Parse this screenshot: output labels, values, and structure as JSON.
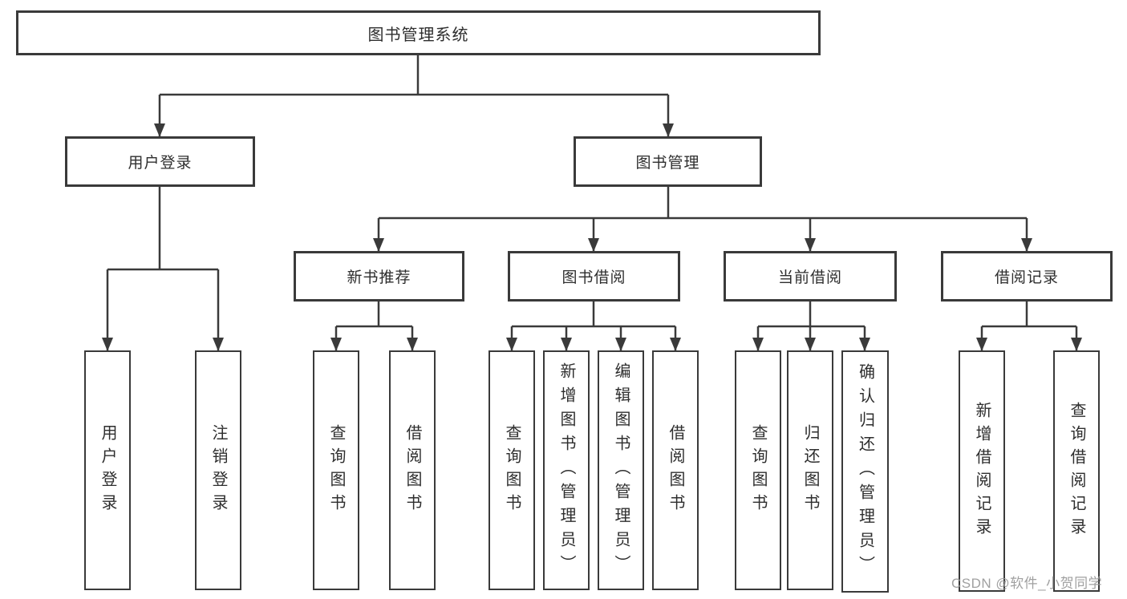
{
  "diagram": {
    "root": {
      "label": "图书管理系统"
    },
    "level2": [
      {
        "id": "user-login-group",
        "label": "用户登录"
      },
      {
        "id": "book-management-group",
        "label": "图书管理"
      }
    ],
    "level3": [
      {
        "id": "new-book-recommend",
        "label": "新书推荐"
      },
      {
        "id": "book-borrow",
        "label": "图书借阅"
      },
      {
        "id": "current-borrow",
        "label": "当前借阅"
      },
      {
        "id": "borrow-records",
        "label": "借阅记录"
      }
    ],
    "leaves": [
      {
        "parent": "用户登录",
        "label": "用户登录"
      },
      {
        "parent": "用户登录",
        "label": "注销登录"
      },
      {
        "parent": "新书推荐",
        "label": "查询图书"
      },
      {
        "parent": "新书推荐",
        "label": "借阅图书"
      },
      {
        "parent": "图书借阅",
        "label": "查询图书"
      },
      {
        "parent": "图书借阅",
        "label": "新增图书（管理员）"
      },
      {
        "parent": "图书借阅",
        "label": "编辑图书（管理员）"
      },
      {
        "parent": "图书借阅",
        "label": "借阅图书"
      },
      {
        "parent": "当前借阅",
        "label": "查询图书"
      },
      {
        "parent": "当前借阅",
        "label": "归还图书"
      },
      {
        "parent": "当前借阅",
        "label": "确认归还（管理员）"
      },
      {
        "parent": "借阅记录",
        "label": "新增借阅记录"
      },
      {
        "parent": "借阅记录",
        "label": "查询借阅记录"
      }
    ],
    "watermark": "CSDN @软件_小贺同学",
    "colors": {
      "line": "#3a3a3a",
      "box_border": "#3a3a3a",
      "text": "#2e2e2e",
      "watermark": "#989898",
      "background": "#ffffff"
    }
  }
}
